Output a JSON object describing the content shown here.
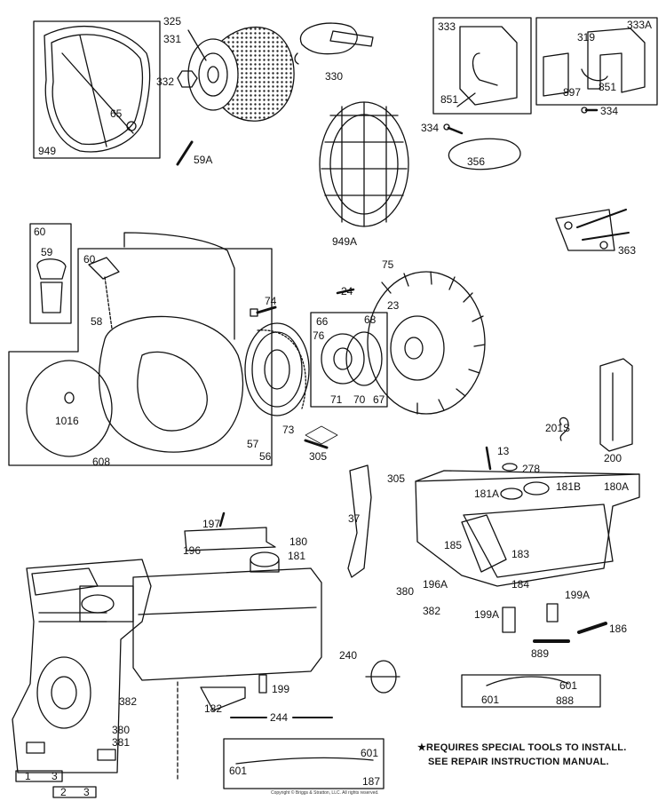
{
  "diagram": {
    "parts": [
      {
        "id": "949",
        "label": "949"
      },
      {
        "id": "65",
        "label": "65"
      },
      {
        "id": "325",
        "label": "325"
      },
      {
        "id": "331",
        "label": "331"
      },
      {
        "id": "332",
        "label": "332"
      },
      {
        "id": "330",
        "label": "330"
      },
      {
        "id": "59A",
        "label": "59A"
      },
      {
        "id": "333",
        "label": "333"
      },
      {
        "id": "333A",
        "label": "333A"
      },
      {
        "id": "319",
        "label": "319"
      },
      {
        "id": "851a",
        "label": "851"
      },
      {
        "id": "851b",
        "label": "851"
      },
      {
        "id": "897",
        "label": "897"
      },
      {
        "id": "334a",
        "label": "334"
      },
      {
        "id": "334b",
        "label": "334"
      },
      {
        "id": "356",
        "label": "356"
      },
      {
        "id": "949A",
        "label": "949A"
      },
      {
        "id": "363",
        "label": "363"
      },
      {
        "id": "60box",
        "label": "60"
      },
      {
        "id": "59",
        "label": "59"
      },
      {
        "id": "60",
        "label": "60"
      },
      {
        "id": "58",
        "label": "58"
      },
      {
        "id": "74",
        "label": "74"
      },
      {
        "id": "24",
        "label": "24"
      },
      {
        "id": "75",
        "label": "75"
      },
      {
        "id": "23",
        "label": "23"
      },
      {
        "id": "66",
        "label": "66"
      },
      {
        "id": "68",
        "label": "68"
      },
      {
        "id": "76",
        "label": "76"
      },
      {
        "id": "71",
        "label": "71"
      },
      {
        "id": "70",
        "label": "70"
      },
      {
        "id": "67",
        "label": "67"
      },
      {
        "id": "1016",
        "label": "1016"
      },
      {
        "id": "608",
        "label": "608"
      },
      {
        "id": "57",
        "label": "57"
      },
      {
        "id": "56",
        "label": "56"
      },
      {
        "id": "73",
        "label": "73"
      },
      {
        "id": "305a",
        "label": "305"
      },
      {
        "id": "305b",
        "label": "305"
      },
      {
        "id": "201S",
        "label": "201S"
      },
      {
        "id": "200",
        "label": "200"
      },
      {
        "id": "13",
        "label": "13"
      },
      {
        "id": "278",
        "label": "278"
      },
      {
        "id": "181A",
        "label": "181A"
      },
      {
        "id": "181B",
        "label": "181B"
      },
      {
        "id": "180A",
        "label": "180A"
      },
      {
        "id": "37",
        "label": "37"
      },
      {
        "id": "197",
        "label": "197"
      },
      {
        "id": "196",
        "label": "196"
      },
      {
        "id": "180",
        "label": "180"
      },
      {
        "id": "181",
        "label": "181"
      },
      {
        "id": "185",
        "label": "185"
      },
      {
        "id": "183",
        "label": "183"
      },
      {
        "id": "196A",
        "label": "196A"
      },
      {
        "id": "184",
        "label": "184"
      },
      {
        "id": "380a",
        "label": "380"
      },
      {
        "id": "382a",
        "label": "382"
      },
      {
        "id": "199A1",
        "label": "199A"
      },
      {
        "id": "199A2",
        "label": "199A"
      },
      {
        "id": "186",
        "label": "186"
      },
      {
        "id": "889",
        "label": "889"
      },
      {
        "id": "240",
        "label": "240"
      },
      {
        "id": "199",
        "label": "199"
      },
      {
        "id": "382b",
        "label": "382"
      },
      {
        "id": "182",
        "label": "182"
      },
      {
        "id": "244",
        "label": "244"
      },
      {
        "id": "380b",
        "label": "380"
      },
      {
        "id": "381",
        "label": "381"
      },
      {
        "id": "601a",
        "label": "601"
      },
      {
        "id": "601b",
        "label": "601"
      },
      {
        "id": "888",
        "label": "888"
      },
      {
        "id": "601c",
        "label": "601"
      },
      {
        "id": "601d",
        "label": "601"
      },
      {
        "id": "187",
        "label": "187"
      },
      {
        "id": "1",
        "label": "1"
      },
      {
        "id": "3a",
        "label": "3"
      },
      {
        "id": "2",
        "label": "2"
      },
      {
        "id": "3b",
        "label": "3"
      }
    ],
    "note_line1": "★REQUIRES SPECIAL TOOLS TO INSTALL.",
    "note_line2": "SEE REPAIR INSTRUCTION MANUAL.",
    "copyright": "Copyright © Briggs & Stratton, LLC. All rights reserved."
  }
}
